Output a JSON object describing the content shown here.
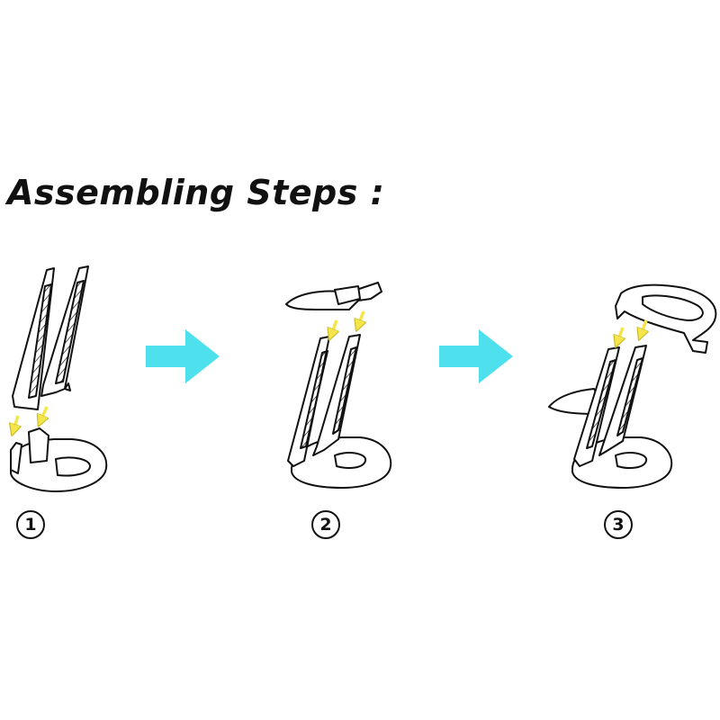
{
  "title": "Assembling Steps :",
  "colors": {
    "arrow": "#4ee0ec",
    "hint_arrow": "#f4e54a",
    "ink": "#111111"
  },
  "steps": [
    {
      "number": "1"
    },
    {
      "number": "2"
    },
    {
      "number": "3"
    }
  ]
}
